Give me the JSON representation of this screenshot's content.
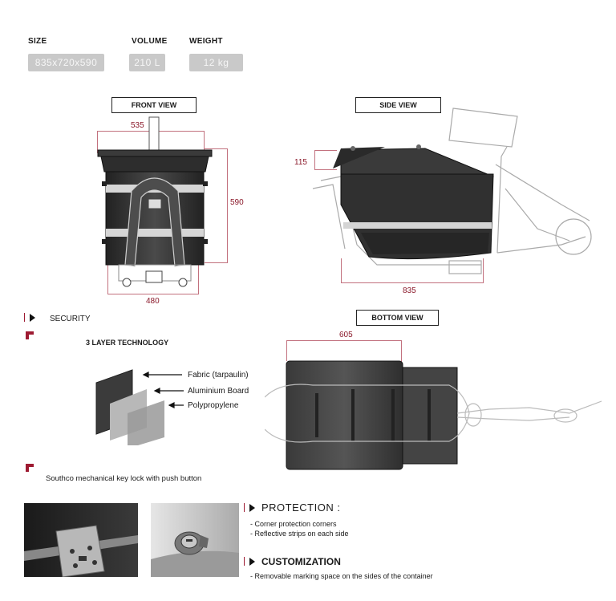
{
  "specs": {
    "size_label": "SIZE",
    "size_value": "835x720x590",
    "volume_label": "VOLUME",
    "volume_value": "210 L",
    "weight_label": "WEIGHT",
    "weight_value": "12 kg"
  },
  "views": {
    "front": {
      "title": "FRONT VIEW",
      "dim_width_top": "535",
      "dim_height": "590",
      "dim_width_bottom": "480"
    },
    "side": {
      "title": "SIDE VIEW",
      "dim_lid": "115",
      "dim_length": "835"
    },
    "bottom": {
      "title": "BOTTOM VIEW",
      "dim_width": "605"
    }
  },
  "security": {
    "title": "SECURITY",
    "layer_title": "3 LAYER TECHNOLOGY",
    "layers": [
      "Fabric (tarpaulin)",
      "Aluminium Board",
      "Polypropylene"
    ],
    "lock_caption": "Southco mechanical key lock with push button"
  },
  "protection": {
    "title": "PROTECTION :",
    "items": [
      "- Corner protection corners",
      "- Reflective strips on each side"
    ]
  },
  "customization": {
    "title": "CUSTOMIZATION",
    "items": [
      "- Removable marking space on the sides of the container"
    ]
  },
  "colors": {
    "accent": "#9e1b32",
    "dimension": "#8b1a2b",
    "spec_box": "#c9c9c9",
    "container": "#333333"
  }
}
